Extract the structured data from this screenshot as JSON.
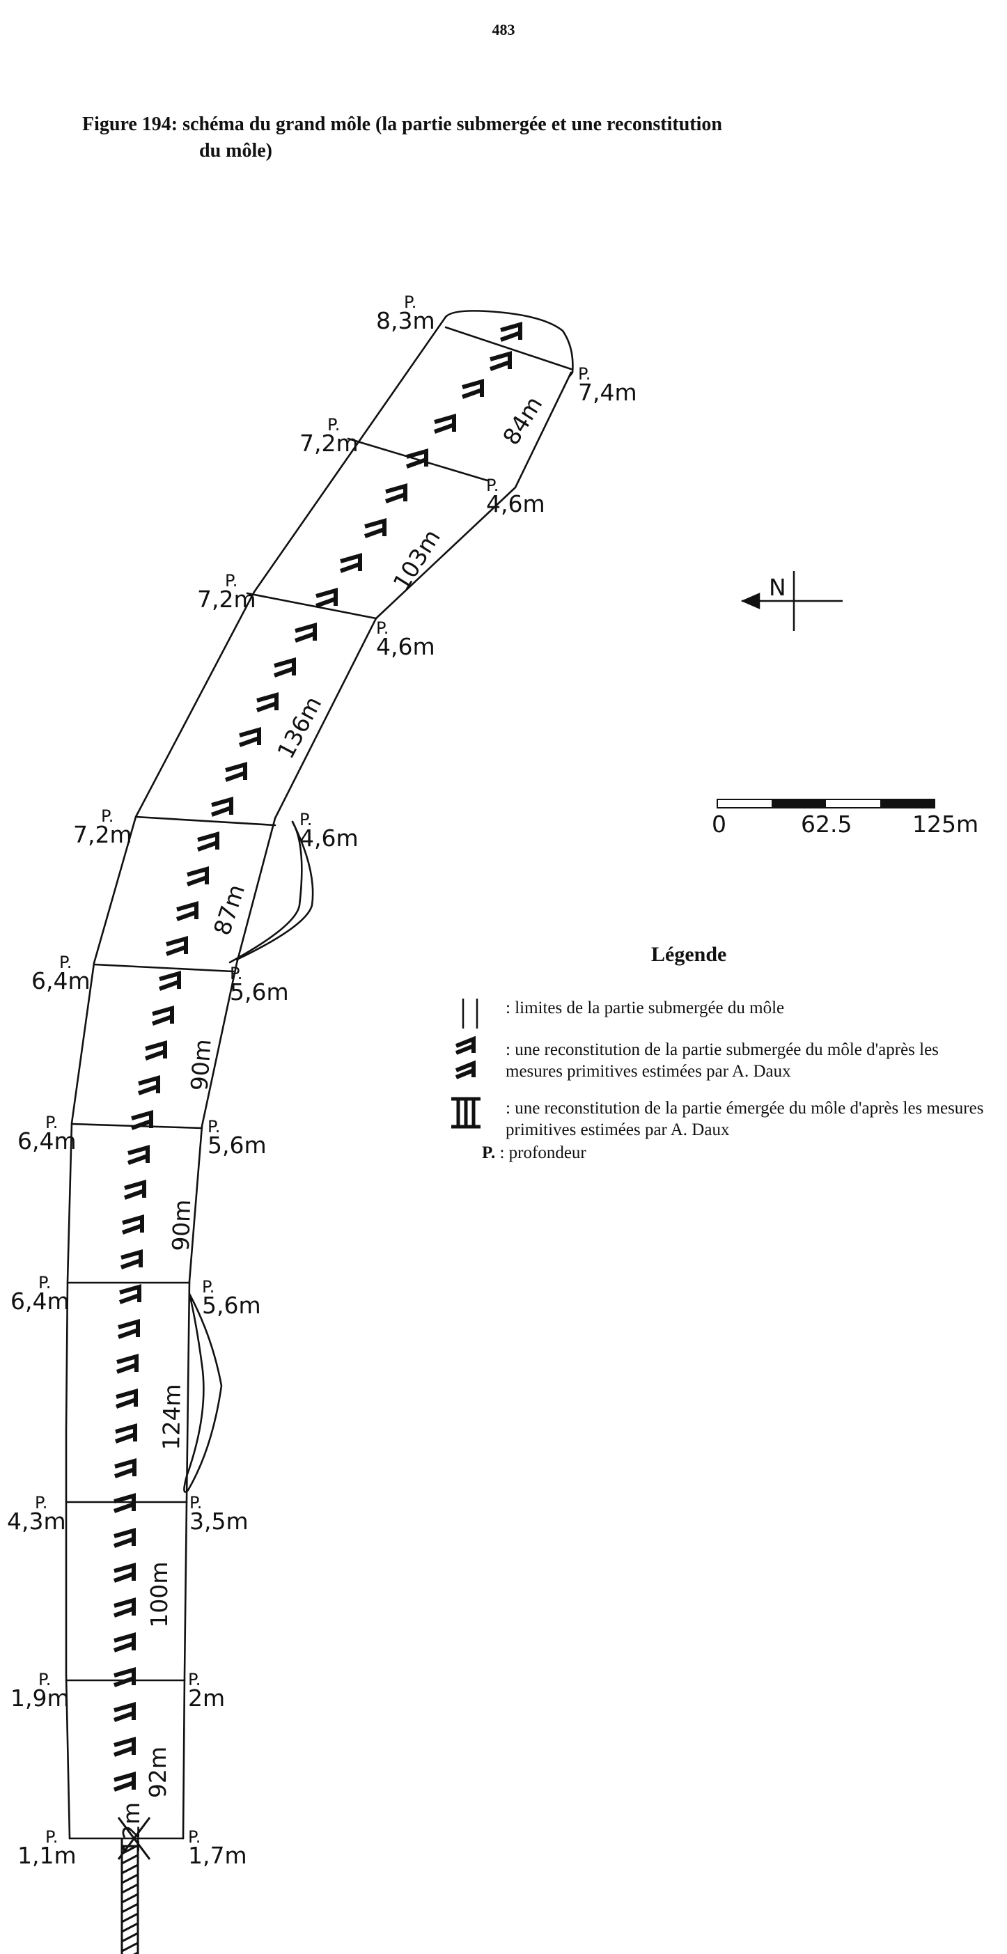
{
  "page": {
    "number": "483"
  },
  "figure": {
    "title_line1": "Figure 194: schéma du grand môle (la partie submergée et une reconstitution",
    "title_line2": "du môle)"
  },
  "north_arrow": {
    "label": "N"
  },
  "scale_bar": {
    "ticks": [
      "0",
      "62.5",
      "125m"
    ]
  },
  "mole": {
    "depth_marker": "P.",
    "left_depths": [
      "8,3m",
      "7,2m",
      "7,2m",
      "7,2m",
      "6,4m",
      "6,4m",
      "6,4m",
      "4,3m",
      "1,9m",
      "1,1m"
    ],
    "right_depths": [
      "7,4m",
      "4,6m",
      "4,6m",
      "4,6m",
      "5,6m",
      "5,6m",
      "5,6m",
      "3,5m",
      "2m",
      "1,7m"
    ],
    "segment_lengths": [
      "84m",
      "103m",
      "136m",
      "87m",
      "90m",
      "90m",
      "124m",
      "100m",
      "92m",
      "12m"
    ]
  },
  "legend": {
    "title": "Légende",
    "items": [
      {
        "text": ": limites de la partie submergée du môle"
      },
      {
        "text": ": une reconstitution de la partie submergée du môle d'après les mesures primitives estimées par A. Daux"
      },
      {
        "text": ": une reconstitution de la partie émergée du môle d'après les mesures primitives estimées par A. Daux"
      },
      {
        "key": "P.",
        "text": ": profondeur"
      }
    ]
  }
}
